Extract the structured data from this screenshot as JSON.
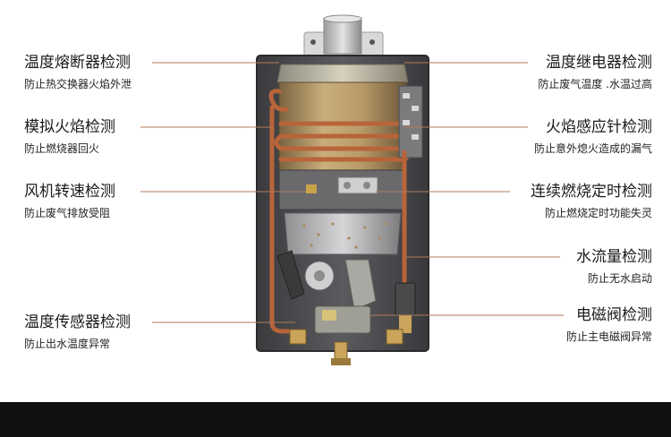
{
  "left_labels": [
    {
      "title": "温度熔断器检测",
      "sub": "防止热交换器火焰外泄"
    },
    {
      "title": "模拟火焰检测",
      "sub": "防止燃烧器回火"
    },
    {
      "title": "风机转速检测",
      "sub": "防止废气排放受阻"
    },
    {
      "title": "温度传感器检测",
      "sub": "防止出水温度异常"
    }
  ],
  "right_labels": [
    {
      "title": "温度继电器检测",
      "sub": "防止废气温度 .水温过高"
    },
    {
      "title": "火焰感应针检测",
      "sub": "防止意外熄火造成的漏气"
    },
    {
      "title": "连续燃烧定时检测",
      "sub": "防止燃烧定时功能失灵"
    },
    {
      "title": "水流量检测",
      "sub": "防止无水启动"
    },
    {
      "title": "电磁阀检测",
      "sub": "防止主电磁阀异常"
    }
  ],
  "colors": {
    "leader_line": "#b07a5a",
    "copper": "#b8643a",
    "casing": "#4a4a4d"
  }
}
